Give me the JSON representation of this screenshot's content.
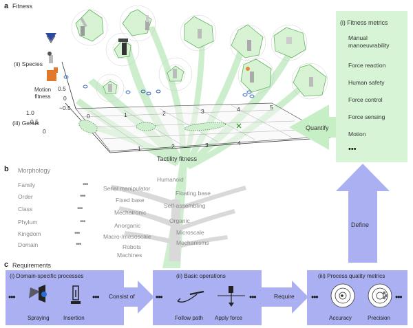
{
  "panel_a": {
    "letter": "a",
    "title": "Fitness",
    "species_label": "(ii) Species",
    "genus_label": "(iii) Genus",
    "motion_axis_label_1": "Motion",
    "motion_axis_label_2": "fitness",
    "motion_ticks": [
      "0.5",
      "0",
      "−0.5",
      "1.0",
      "0.5",
      "0"
    ],
    "tactility_axis_label": "Tactility fitness",
    "back_ticks": [
      "0",
      "1",
      "2",
      "3",
      "4",
      "5"
    ],
    "front_ticks": [
      "1",
      "2",
      "3",
      "4"
    ],
    "metrics_title": "(i) Fitness metrics",
    "metrics": [
      "Manual manoeuvrability",
      "Force reaction",
      "Human safety",
      "Force control",
      "Force sensing",
      "Motion"
    ],
    "metrics_more": "•••",
    "quantify_label": "Quantify",
    "colors": {
      "metrics_bg": "#d7f5d6",
      "branch": "#bde9bd",
      "radar": "#5cb35c",
      "ellipse": "#3e9b3a",
      "arrow_green": "#bfefbf"
    }
  },
  "panel_b": {
    "letter": "b",
    "title": "Morphology",
    "ranks": [
      "Family",
      "Order",
      "Class",
      "Phylum",
      "Kingdom",
      "Domain"
    ],
    "rank_dots": "•••",
    "nodes": [
      "Humanoid",
      "Serial manipulator",
      "Floating base",
      "Fixed base",
      "Self-assembling",
      "Mechatronic",
      "Organic",
      "Anorganic",
      "Microscale",
      "Macro-/mesoscale",
      "Mechanisms",
      "Robots",
      "Machines"
    ],
    "define_label": "Define"
  },
  "panel_c": {
    "letter": "c",
    "title": "Requirements",
    "box1_title": "(i) Domain-specific processes",
    "box1_items": [
      "Spraying",
      "Insertion"
    ],
    "box2_title": "(ii) Basic operations",
    "box2_items": [
      "Follow path",
      "Apply force"
    ],
    "box3_title": "(iii) Process quality metrics",
    "box3_items": [
      "Accuracy",
      "Precision"
    ],
    "arrow1_label": "Consist of",
    "arrow2_label": "Require",
    "dots": "•••",
    "colors": {
      "box": "#aab0f2",
      "arrow": "#aab0f2"
    }
  }
}
